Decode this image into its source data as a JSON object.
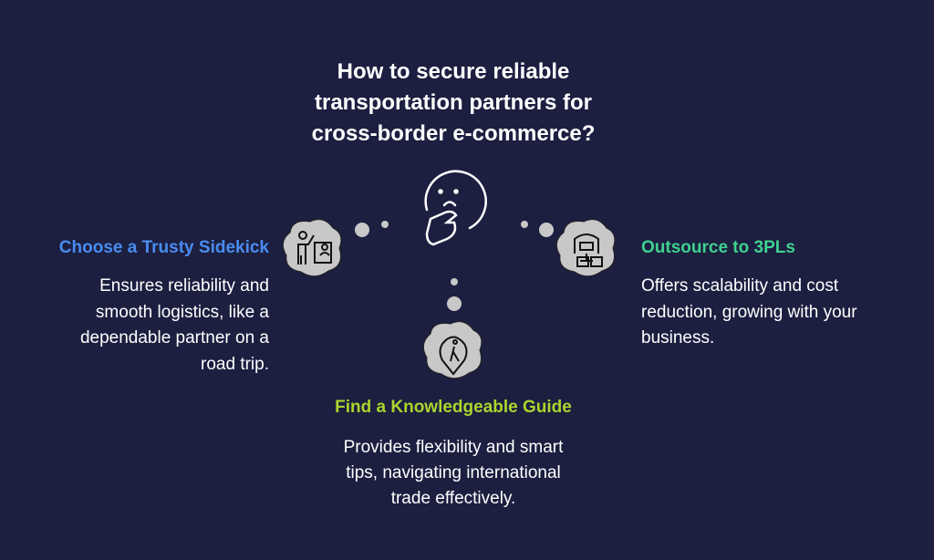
{
  "title": [
    "How to secure reliable",
    "transportation partners for",
    "cross-border e-commerce?"
  ],
  "colors": {
    "background": "#1c1f40",
    "blue": "#4a8cf0",
    "green": "#3fd18f",
    "lime": "#a9d52d",
    "cloud": "#c8c8c8"
  },
  "left": {
    "icon": "presenter-icon",
    "heading": "Choose a Trusty Sidekick",
    "body": [
      "Ensures reliability and",
      "smooth logistics, like a",
      "dependable partner on a",
      "road trip."
    ]
  },
  "right": {
    "icon": "warehouse-network-icon",
    "heading": "Outsource to 3PLs",
    "body": [
      "Offers scalability and cost",
      "reduction, growing with your",
      "business."
    ]
  },
  "bottom": {
    "icon": "location-walker-icon",
    "heading": "Find a Knowledgeable Guide",
    "body": [
      "Provides flexibility and smart",
      "tips, navigating international",
      "trade effectively."
    ]
  },
  "center": {
    "icon": "thinking-face-icon"
  }
}
